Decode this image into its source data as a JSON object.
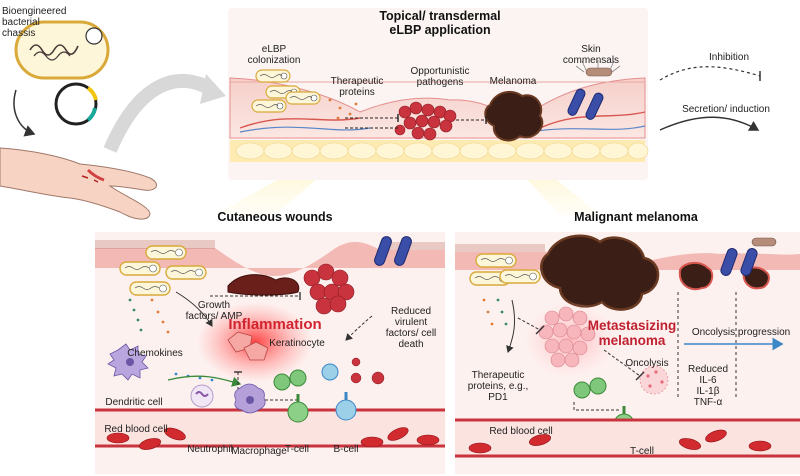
{
  "labels": {
    "chassis_line1": "Bioengineered",
    "chassis_line2": "bacterial",
    "chassis_line3": "chassis",
    "top_title_line1": "Topical/ transdermal",
    "top_title_line2": "eLBP application",
    "elbp_colonization_line1": "eLBP",
    "elbp_colonization_line2": "colonization",
    "therapeutic_line1": "Therapeutic",
    "therapeutic_line2": "proteins",
    "opportunistic_line1": "Opportunistic",
    "opportunistic_line2": "pathogens",
    "melanoma": "Melanoma",
    "skin_commensals_line1": "Skin",
    "skin_commensals_line2": "commensals",
    "inhibition": "Inhibition",
    "secretion": "Secretion/ induction",
    "wounds_title": "Cutaneous wounds",
    "melanoma_title": "Malignant melanoma",
    "growth_line1": "Growth",
    "growth_line2": "factors/ AMP",
    "inflammation": "Inflammation",
    "keratinocyte": "Keratinocyte",
    "chemokines": "Chemokines",
    "reduced_line1": "Reduced",
    "reduced_line2": "virulent",
    "reduced_line3": "factors/ cell",
    "reduced_line4": "death",
    "dendritic": "Dendritic cell",
    "red_blood_cell_left": "Red blood cell",
    "neutrophil": "Neutrophil",
    "macrophage": "Macrophage",
    "tcell_left": "T-cell",
    "bcell": "B-cell",
    "metastasizing_line1": "Metastasizing",
    "metastasizing_line2": "melanoma",
    "oncolysis_progression": "Oncolysis  progression",
    "oncolysis": "Oncolysis",
    "therapeutic_pd1_line1": "Therapeutic",
    "therapeutic_pd1_line2": "proteins, e.g.,",
    "therapeutic_pd1_line3": "PD1",
    "cytokines_line1": "Reduced",
    "cytokines_line2": "IL-6",
    "cytokines_line3": "IL-1β",
    "cytokines_line4": "TNF-α",
    "red_blood_cell_right": "Red blood cell",
    "tcell_right": "T-cell"
  },
  "colors": {
    "skin_pink": "#f6c7c4",
    "dermis": "#f9e0dc",
    "bacteria_fill": "#fdf6d8",
    "bacteria_border": "#d9a93a",
    "melanoma": "#3b1f16",
    "pathogen_red": "#c8333d",
    "accent_red": "#d1242f",
    "arrow_blue": "#3b86c6"
  }
}
